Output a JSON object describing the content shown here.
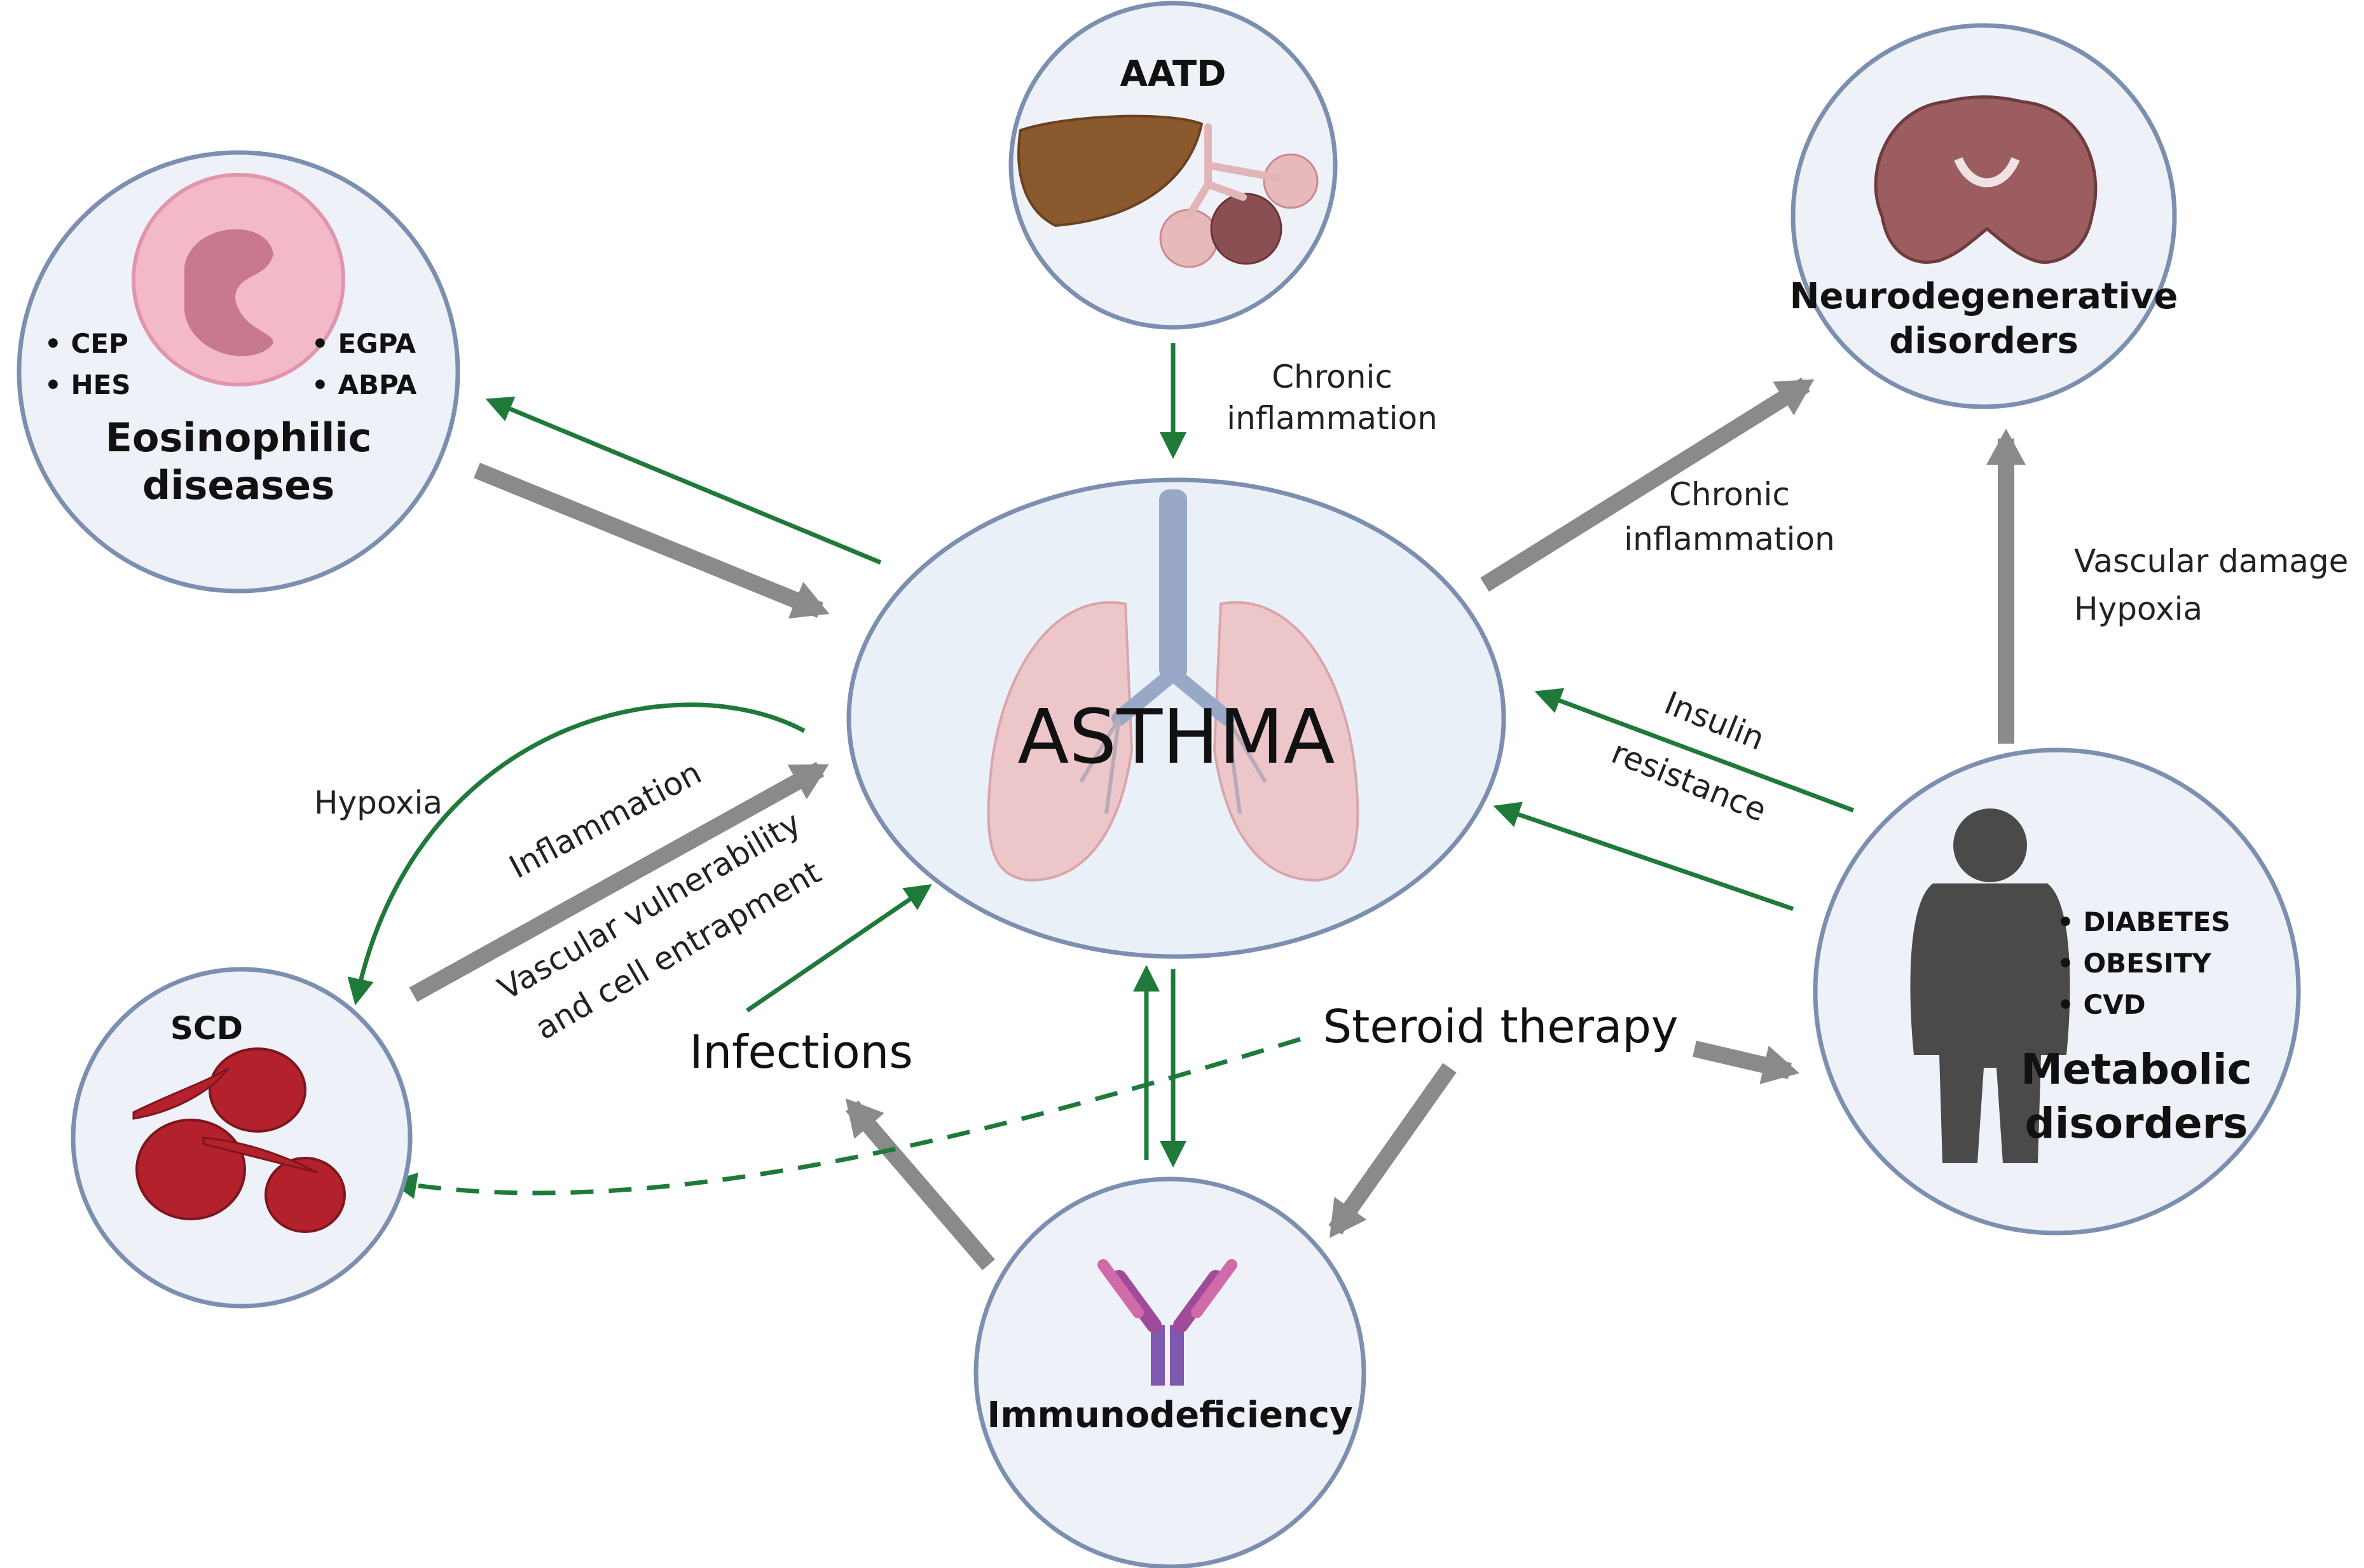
{
  "center": {
    "title": "ASTHMA"
  },
  "nodes": {
    "aatd": {
      "title": "AATD"
    },
    "neuro": {
      "title_line1": "Neurodegenerative",
      "title_line2": "disorders"
    },
    "eosinophilic": {
      "title_line1": "Eosinophilic",
      "title_line2": "diseases",
      "bullets_left": [
        "• CEP",
        "• HES"
      ],
      "bullets_right": [
        "• EGPA",
        "• ABPA"
      ]
    },
    "scd": {
      "title": "SCD"
    },
    "immuno": {
      "title": "Immunodeficiency"
    },
    "metabolic": {
      "title_line1": "Metabolic",
      "title_line2": "disorders",
      "bullets": [
        "• DIABETES",
        "• OBESITY",
        "• CVD"
      ]
    }
  },
  "labels": {
    "aatd_link": [
      "Chronic",
      "inflammation"
    ],
    "neuro_link": [
      "Chronic",
      "inflammation"
    ],
    "metabolic_neuro_link": [
      "Vascular damage",
      "Hypoxia"
    ],
    "insulin": [
      "Insulin",
      "resistance"
    ],
    "hypoxia": "Hypoxia",
    "inflammation": "Inflammation",
    "vascular": [
      "Vascular vulnerability",
      "and cell entrapment"
    ],
    "infections": "Infections",
    "steroid": "Steroid therapy"
  },
  "colors": {
    "gray_arrow": "#8a8a8a",
    "green_arrow": "#1f7a3a",
    "circle_fill": "#eef2f8",
    "circle_stroke": "#7d8fb0"
  }
}
